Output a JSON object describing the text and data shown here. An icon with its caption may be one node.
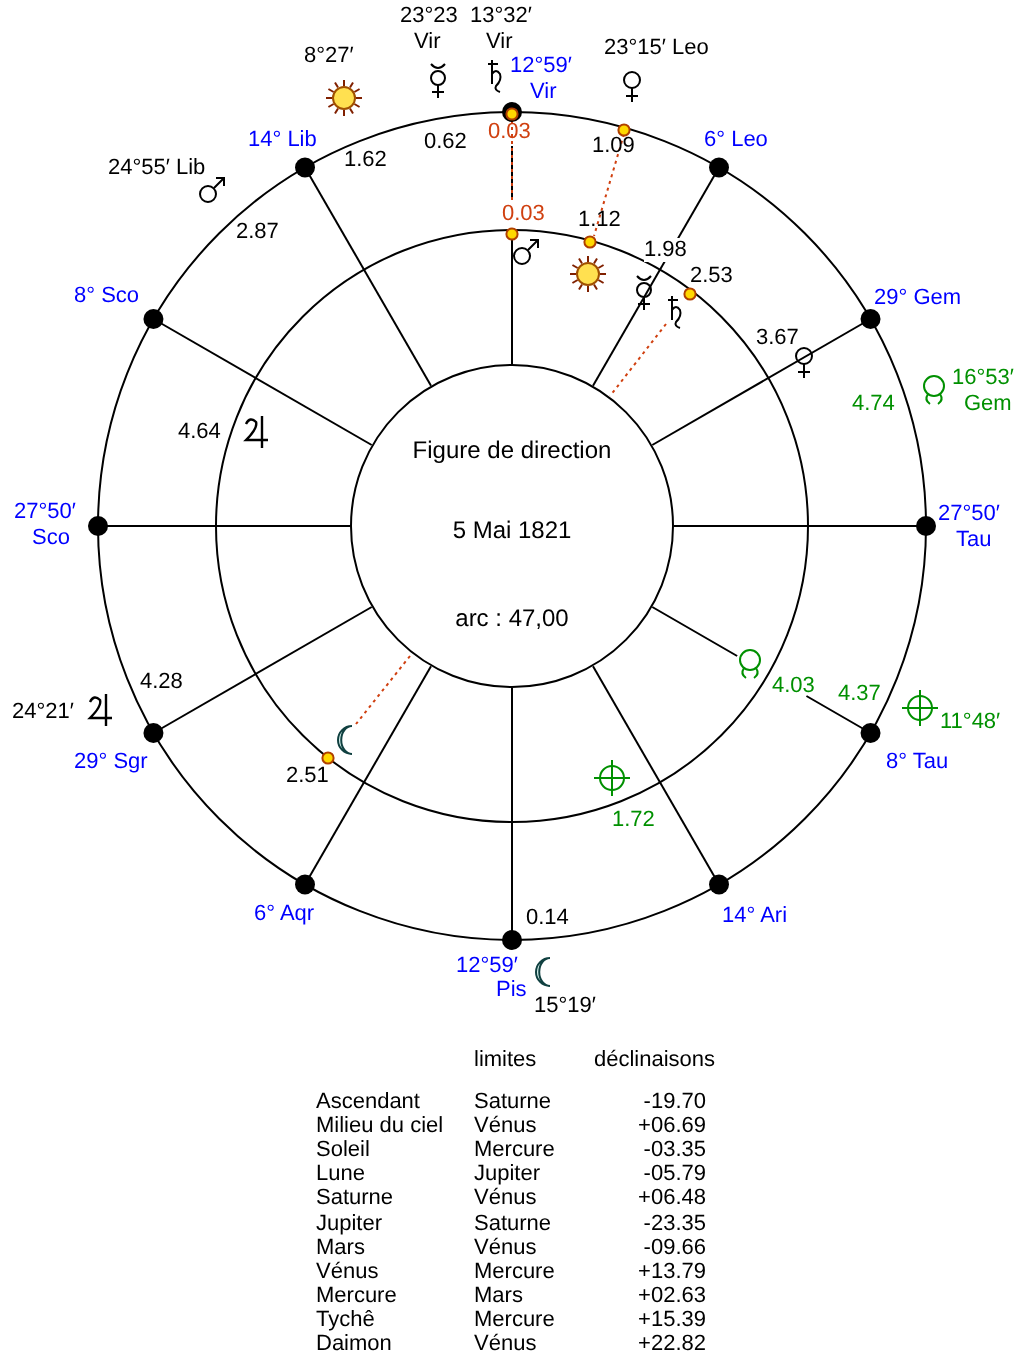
{
  "diagram": {
    "nodes": [
      {
        "text": [
          "Figure de direction",
          "5 Mai 1821",
          "arc : 47,00"
        ]
      }
    ],
    "edges": [],
    "labels": [
      "23°23",
      "13°32′",
      "Vir",
      "Vir",
      "8°27′",
      "12°59′",
      "Vir",
      "23°15′ Leo",
      "14° Lib",
      "0.62",
      "0.03",
      "1.09",
      "6° Leo",
      "24°55′ Lib",
      "1.62",
      "2.87",
      "0.03",
      "1.12",
      "1.98",
      "2.53",
      "8° Sco",
      "29° Gem",
      "3.67",
      "16°53′",
      "4.74",
      "Gem",
      "4.64",
      "27°50′",
      "Sco",
      "27°50′",
      "Tau",
      "4.28",
      "24°21′",
      "4.03",
      "4.37",
      "11°48′",
      "29° Sgr",
      "8° Tau",
      "2.51",
      "1.72",
      "6° Aqr",
      "0.14",
      "14° Ari",
      "12°59′",
      "Pis",
      "15°19′",
      "limites",
      "déclinaisons",
      "Ascendant",
      "Saturne",
      "-19.70",
      "Milieu du ciel",
      "Vénus",
      "+06.69",
      "Soleil",
      "Mercure",
      "-03.35",
      "Lune",
      "Jupiter",
      "-05.79",
      "Saturne",
      "Vénus",
      "+06.48",
      "Jupiter",
      "Saturne",
      "-23.35",
      "Mars",
      "Vénus",
      "-09.66",
      "Vénus",
      "Mercure",
      "+13.79",
      "Mercure",
      "Mars",
      "+02.63",
      "Tychê",
      "Mercure",
      "+15.39",
      "Daimon",
      "Vénus",
      "+22.82"
    ]
  }
}
